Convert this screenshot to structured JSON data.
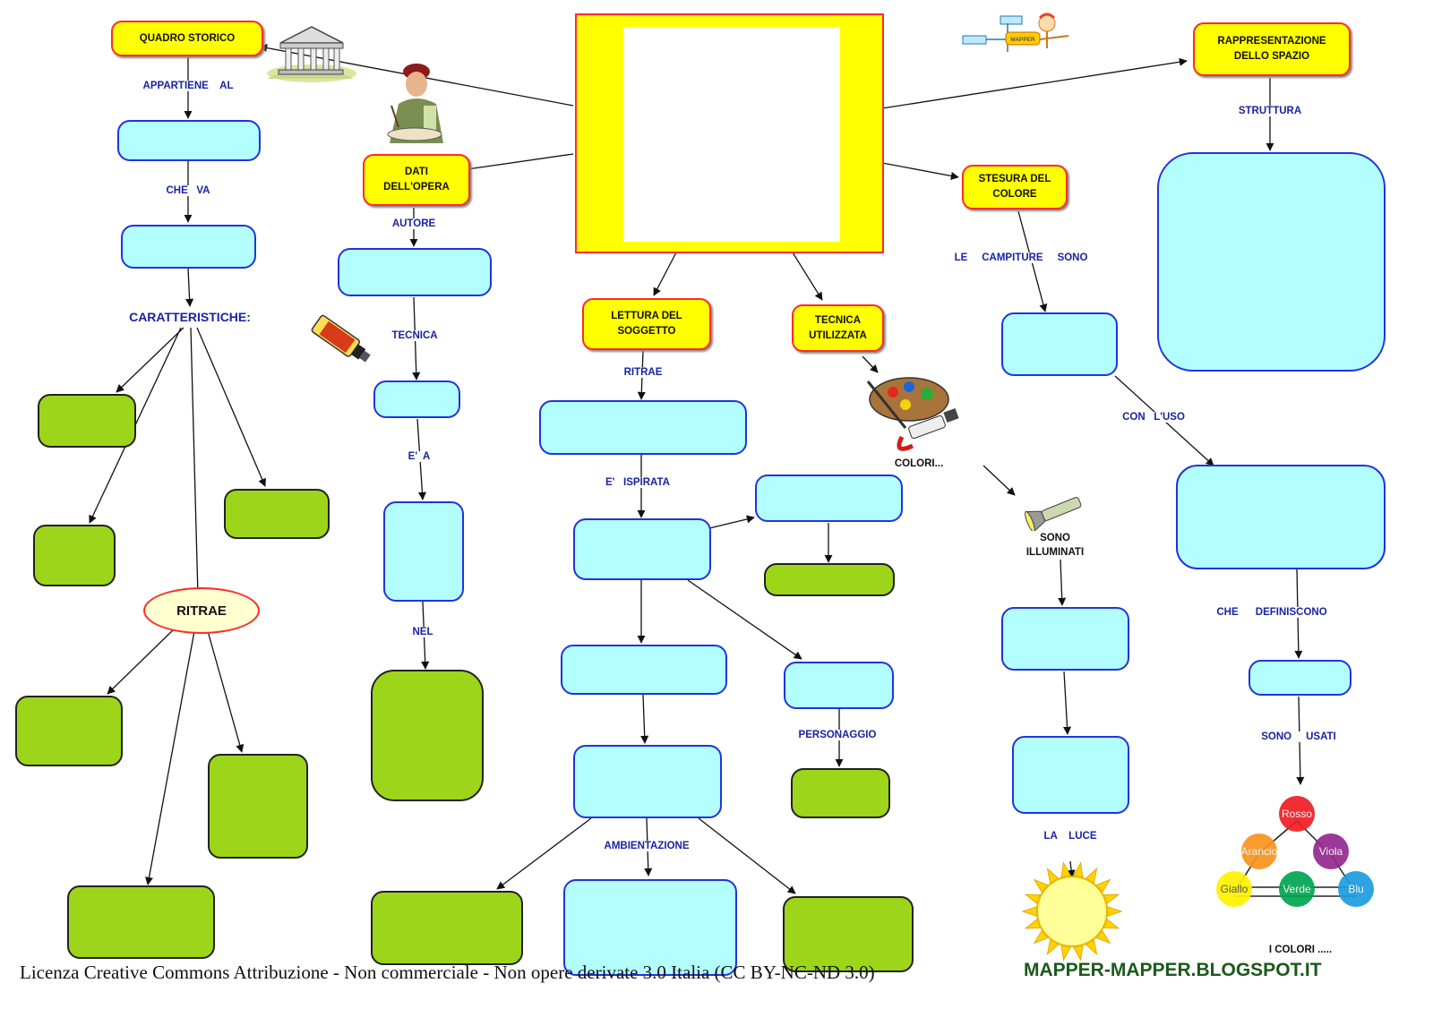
{
  "main": {
    "quadro_storico": "QUADRO    STORICO",
    "dati_opera": "DATI\nDELL'OPERA",
    "lettura_soggetto": "LETTURA    DEL\nSOGGETTO",
    "tecnica_utilizzata": "TECNICA\nUTILIZZATA",
    "stesura_colore": "STESURA    DEL\nCOLORE",
    "rappresentazione_spazio": "RAPPRESENTAZIONE\nDELLO    SPAZIO"
  },
  "links": {
    "appartiene_al": "APPARTIENE    AL",
    "che_va": "CHE   VA",
    "caratteristiche": "CARATTERISTICHE:",
    "ritrae_oval": "RITRAE",
    "autore": "AUTORE",
    "tecnica": "TECNICA",
    "e_a": "E'  A",
    "nel": "NEL",
    "ritrae": "RITRAE",
    "e_ispirata": "E'   ISPIRATA",
    "ambientazione": "AMBIENTAZIONE",
    "personaggio": "PERSONAGGIO",
    "colori": "COLORI...",
    "sono_illuminati": "SONO\nILLUMINATI",
    "le_campiture_sono": "LE     CAMPITURE     SONO",
    "con_uso": "CON   L'USO",
    "la_luce": "LA    LUCE",
    "struttura": "STRUTTURA",
    "che_definiscono": "CHE      DEFINISCONO",
    "sono_usati": "SONO     USATI",
    "i_colori": "I     COLORI     ....."
  },
  "mapper_logo": "MAPPER",
  "color_wheel": [
    "Rosso",
    "Arancio",
    "Viola",
    "Giallo",
    "Verde",
    "Blu"
  ],
  "colors": {
    "yellow_box": "#ffff00",
    "red_border": "#ff2a2a",
    "cyan_box": "#b3ffff",
    "cyan_border": "#2233dd",
    "green_box": "#9dd51a",
    "label_blue": "#1a23a0",
    "rosso": "#ee1c24",
    "arancio": "#f7941d",
    "viola": "#92278f",
    "giallo": "#fff200",
    "verde": "#00a651",
    "blu": "#1b9be0"
  },
  "footer": {
    "license": "Licenza Creative Commons Attribuzione - Non commerciale - Non opere derivate 3.0 Italia (CC BY-NC-ND 3.0)",
    "site": "MAPPER-MAPPER.BLOGSPOT.IT"
  }
}
